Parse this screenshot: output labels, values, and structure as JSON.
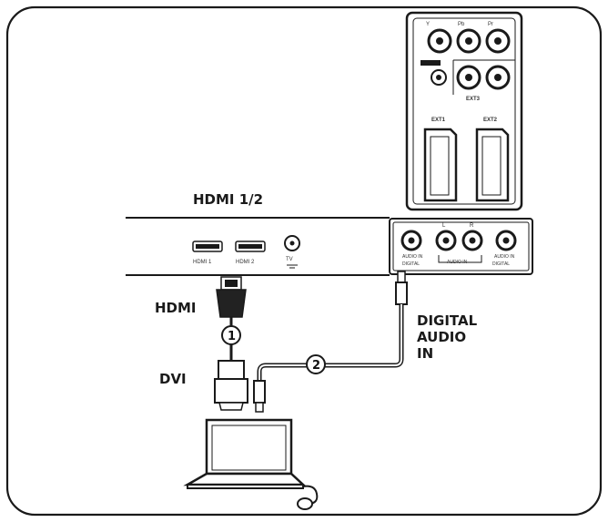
{
  "labels": {
    "hdmi_port_group": "HDMI 1/2",
    "hdmi_plug": "HDMI",
    "dvi_plug": "DVI",
    "digital_audio_line1": "DIGITAL",
    "digital_audio_line2": "AUDIO",
    "digital_audio_line3": "IN"
  },
  "steps": {
    "step1": "1",
    "step2": "2"
  },
  "port_labels": {
    "hdmi1": "HDMI 1",
    "hdmi2": "HDMI 2",
    "tv_antenna": "TV",
    "audio_l": "L",
    "audio_r": "R",
    "digital_in": "DIGITAL",
    "audio_in": "AUDIO IN",
    "digital_out": "DIGITAL",
    "av_in": "AUDIO IN",
    "ext1": "EXT1",
    "ext2": "EXT2",
    "ext3": "EXT3",
    "pr": "Pr",
    "pb": "Pb",
    "y": "Y"
  },
  "colors": {
    "outline": "#1a1a1a",
    "panel_fill": "#ffffff",
    "cable": "#555555",
    "plug_fill": "#222222"
  }
}
